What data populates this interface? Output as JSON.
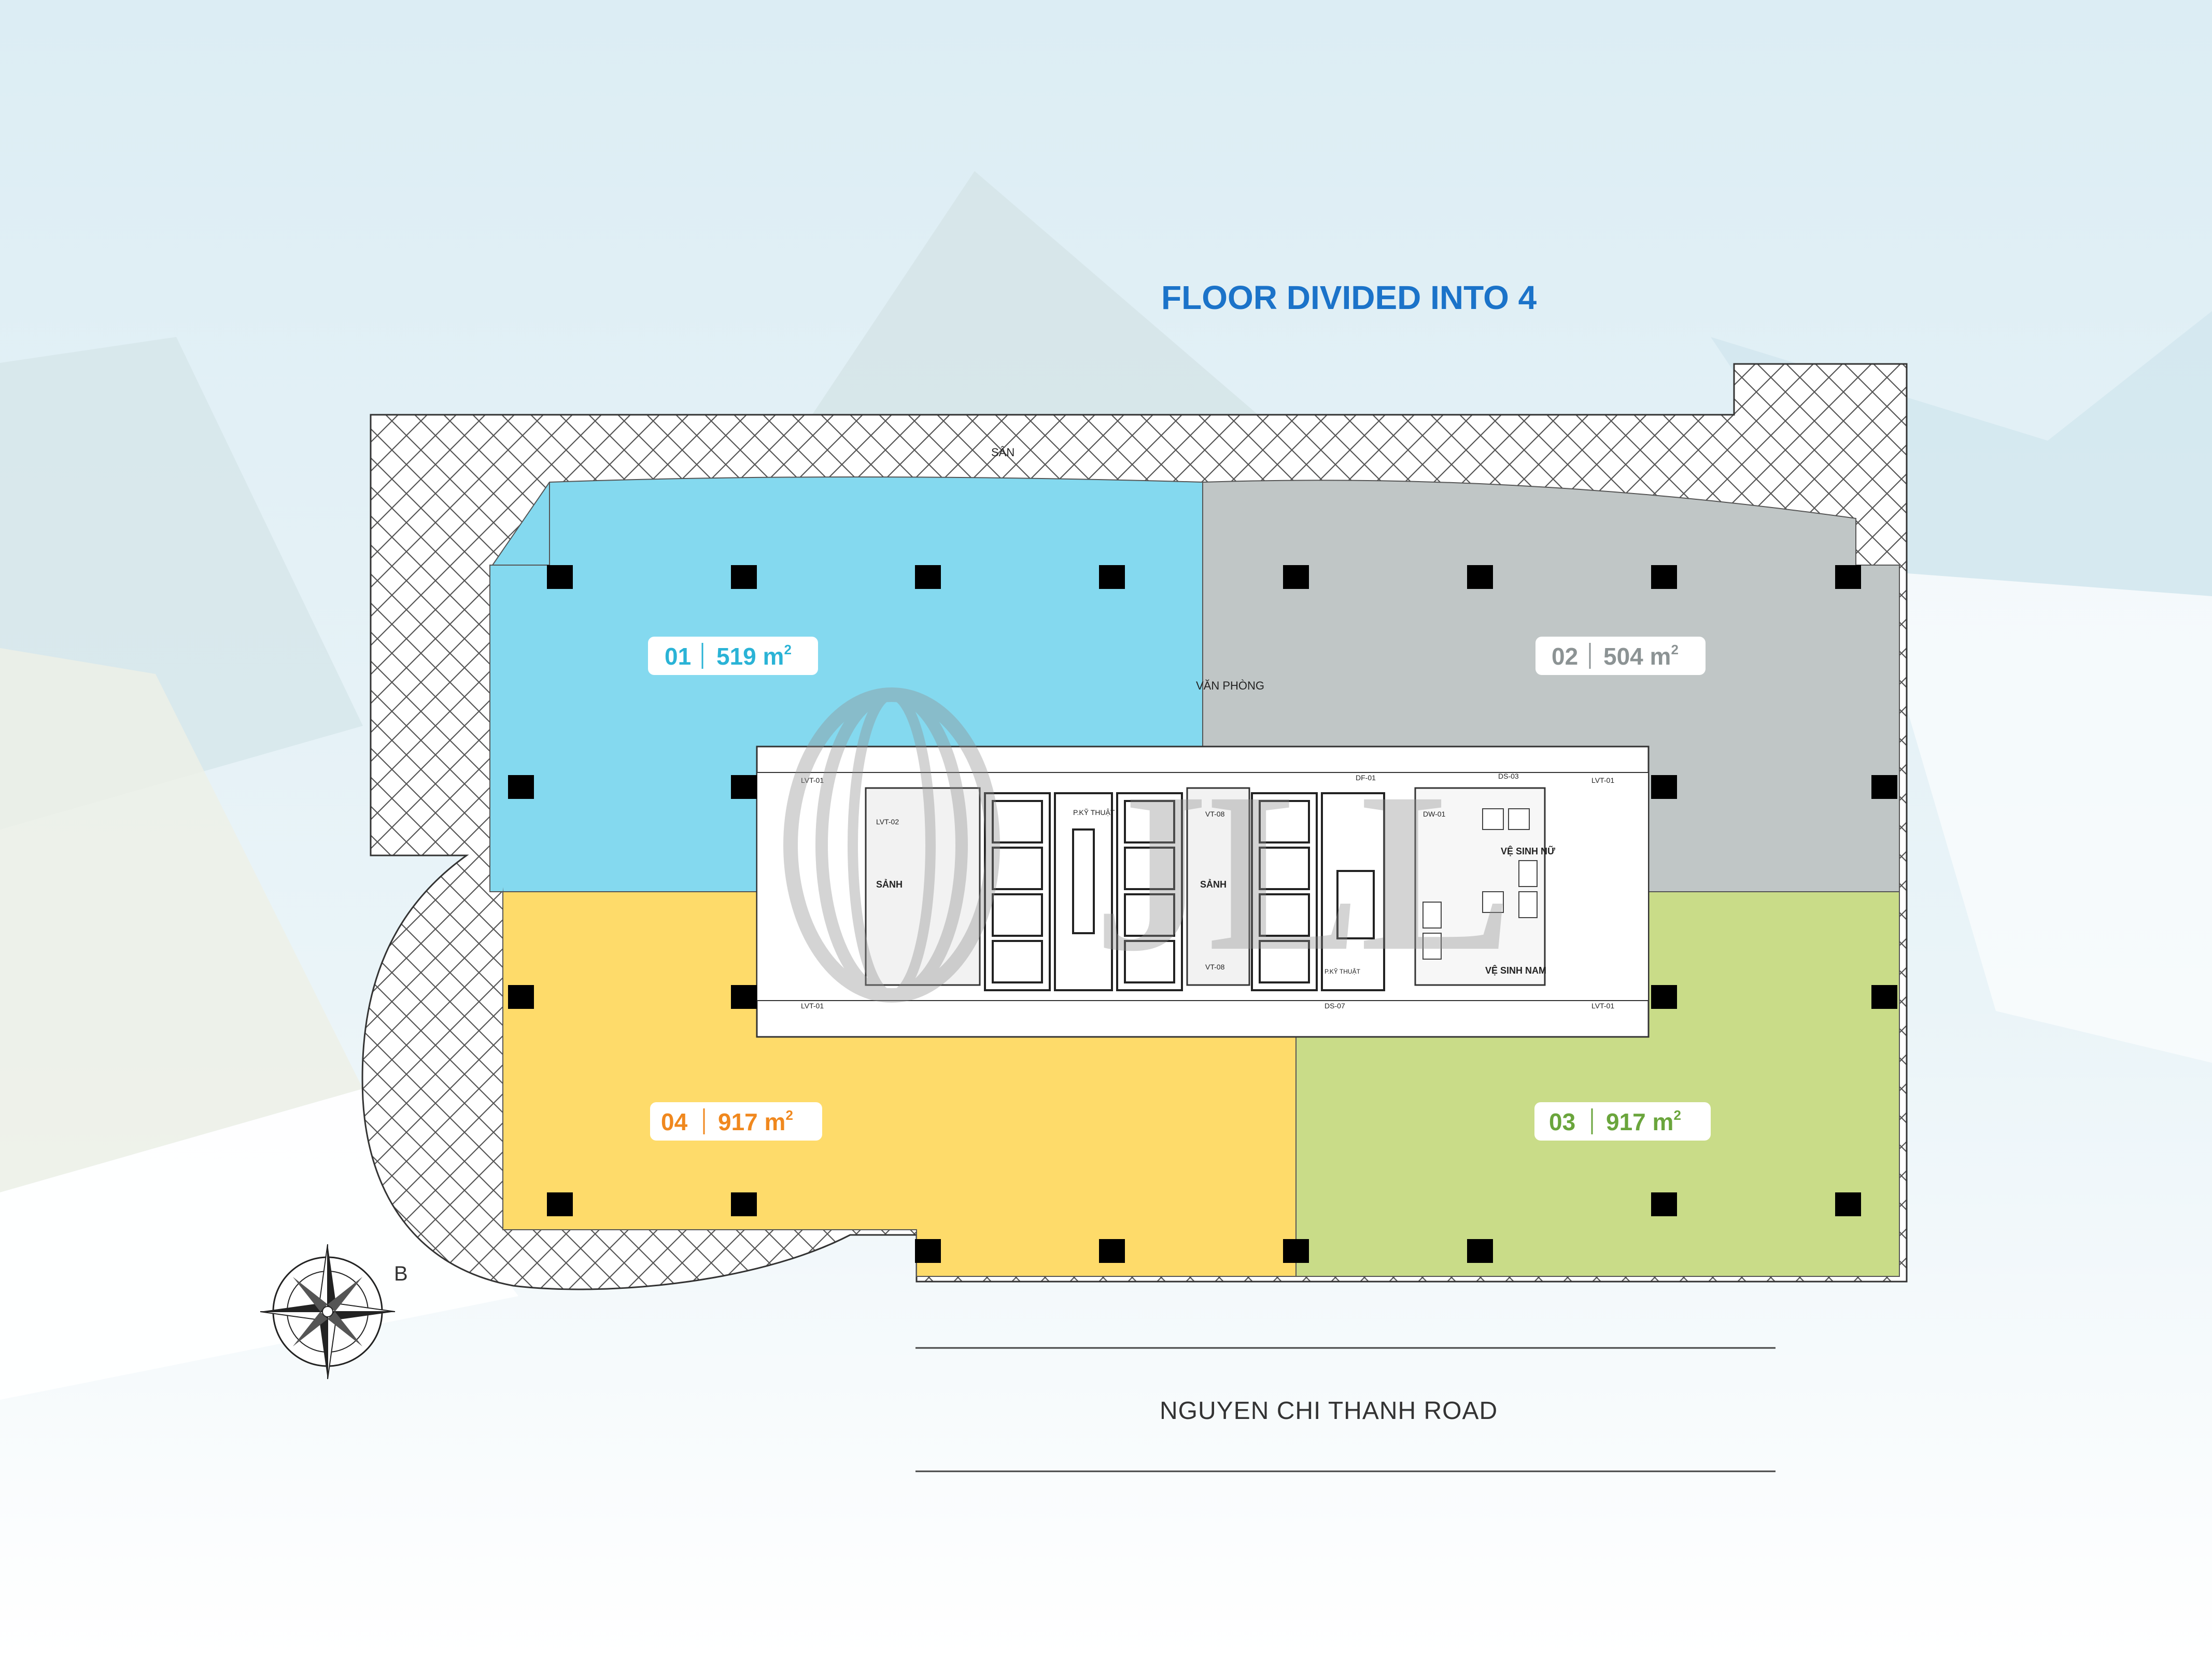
{
  "title": "FLOOR DIVIDED INTO 4",
  "road": "NGUYEN CHI THANH ROAD",
  "compass_label": "B",
  "watermark": "JLL",
  "colors": {
    "title": "#1b73c9",
    "unit_01": "#84d9ef",
    "unit_02": "#c0c6c6",
    "unit_03": "#c9dc88",
    "unit_04": "#fedb6a",
    "text_01": "#2ab3d6",
    "text_02": "#8c9394",
    "text_03": "#6aa53c",
    "text_04": "#f0881e"
  },
  "units": [
    {
      "id": "01",
      "area": "519",
      "unit": "m",
      "sup": "2"
    },
    {
      "id": "02",
      "area": "504",
      "unit": "m",
      "sup": "2"
    },
    {
      "id": "03",
      "area": "917",
      "unit": "m",
      "sup": "2"
    },
    {
      "id": "04",
      "area": "917",
      "unit": "m",
      "sup": "2"
    }
  ],
  "plan_labels": {
    "san": "SÂN",
    "van_phong": "VĂN PHÒNG",
    "sanh_left": "SẢNH",
    "sanh_center": "SẢNH",
    "ve_sinh_nu": "VỆ SINH NỮ",
    "ve_sinh_nam": "VỆ SINH NAM",
    "ky_thuat": "P.KỸ THUẬT",
    "lvt01": "LVT-01",
    "lvt02": "LVT-02",
    "vt08": "VT-08",
    "ds03": "DS-03",
    "df01": "DF-01",
    "dw01": "DW-01",
    "ds07": "DS-07"
  }
}
